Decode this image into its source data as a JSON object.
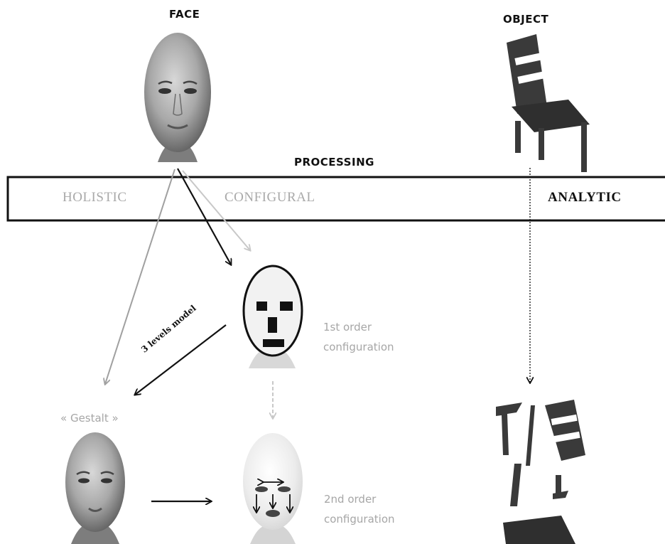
{
  "labels": {
    "face": "FACE",
    "object": "OBJECT",
    "processing": "PROCESSING",
    "holistic": "HOLISTIC",
    "configural": "CONFIGURAL",
    "analytic": "ANALYTIC",
    "levels_model": "3 levels model",
    "gestalt": "« Gestalt »",
    "first_order": "1st order",
    "first_order_2": "configuration",
    "second_order": "2nd order",
    "second_order_2": "configuration"
  },
  "colors": {
    "dark_arrow": "#111111",
    "grey_arrow": "#a0a0a0",
    "light_arrow": "#c8c8c8",
    "skin_dark": "#8a8a8a",
    "skin_light": "#e8e8e8",
    "chair": "#3a3a3a"
  }
}
